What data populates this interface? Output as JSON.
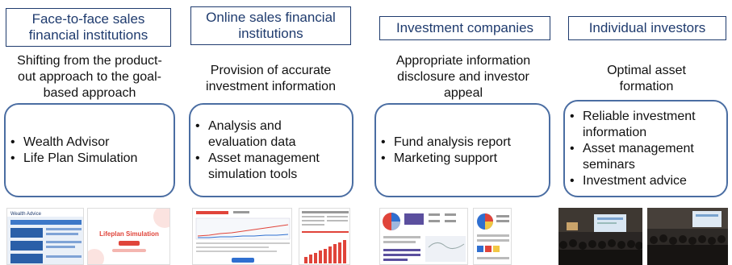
{
  "columns": [
    {
      "header": "Face-to-face sales financial institutions",
      "header_lines": [
        "Face-to-face sales",
        "financial institutions"
      ],
      "desc_lines": [
        "Shifting from the product-",
        "out approach to the goal-",
        "based approach"
      ],
      "items": [
        [
          "Wealth Advisor"
        ],
        [
          "Life Plan Simulation"
        ]
      ],
      "thumbs": [
        {
          "title": "Wealth Advice"
        },
        {
          "title": "Lifeplan Simulation"
        }
      ]
    },
    {
      "header": "Online sales financial institutions",
      "header_lines": [
        "Online sales financial",
        "institutions"
      ],
      "desc_lines": [
        "Provision of accurate",
        "investment information"
      ],
      "items": [
        [
          "Analysis and",
          "evaluation data"
        ],
        [
          "Asset management",
          "simulation tools"
        ]
      ],
      "thumbs": [
        {},
        {}
      ]
    },
    {
      "header": "Investment companies",
      "header_lines": [
        "Investment companies"
      ],
      "desc_lines": [
        "Appropriate information",
        "disclosure and investor",
        "appeal"
      ],
      "items": [
        [
          "Fund analysis report"
        ],
        [
          "Marketing support"
        ]
      ],
      "thumbs": [
        {},
        {}
      ]
    },
    {
      "header": "Individual investors",
      "header_lines": [
        "Individual investors"
      ],
      "desc_lines": [
        "Optimal asset",
        "formation"
      ],
      "items": [
        [
          "Reliable investment",
          "information"
        ],
        [
          "Asset management",
          "seminars"
        ],
        [
          "Investment advice"
        ]
      ],
      "thumbs": [
        {},
        {}
      ]
    }
  ],
  "colors": {
    "header_border": "#1f3b6e",
    "box_border": "#4a6da2",
    "accent_red": "#e0443a",
    "accent_blue": "#2f6fd0"
  }
}
